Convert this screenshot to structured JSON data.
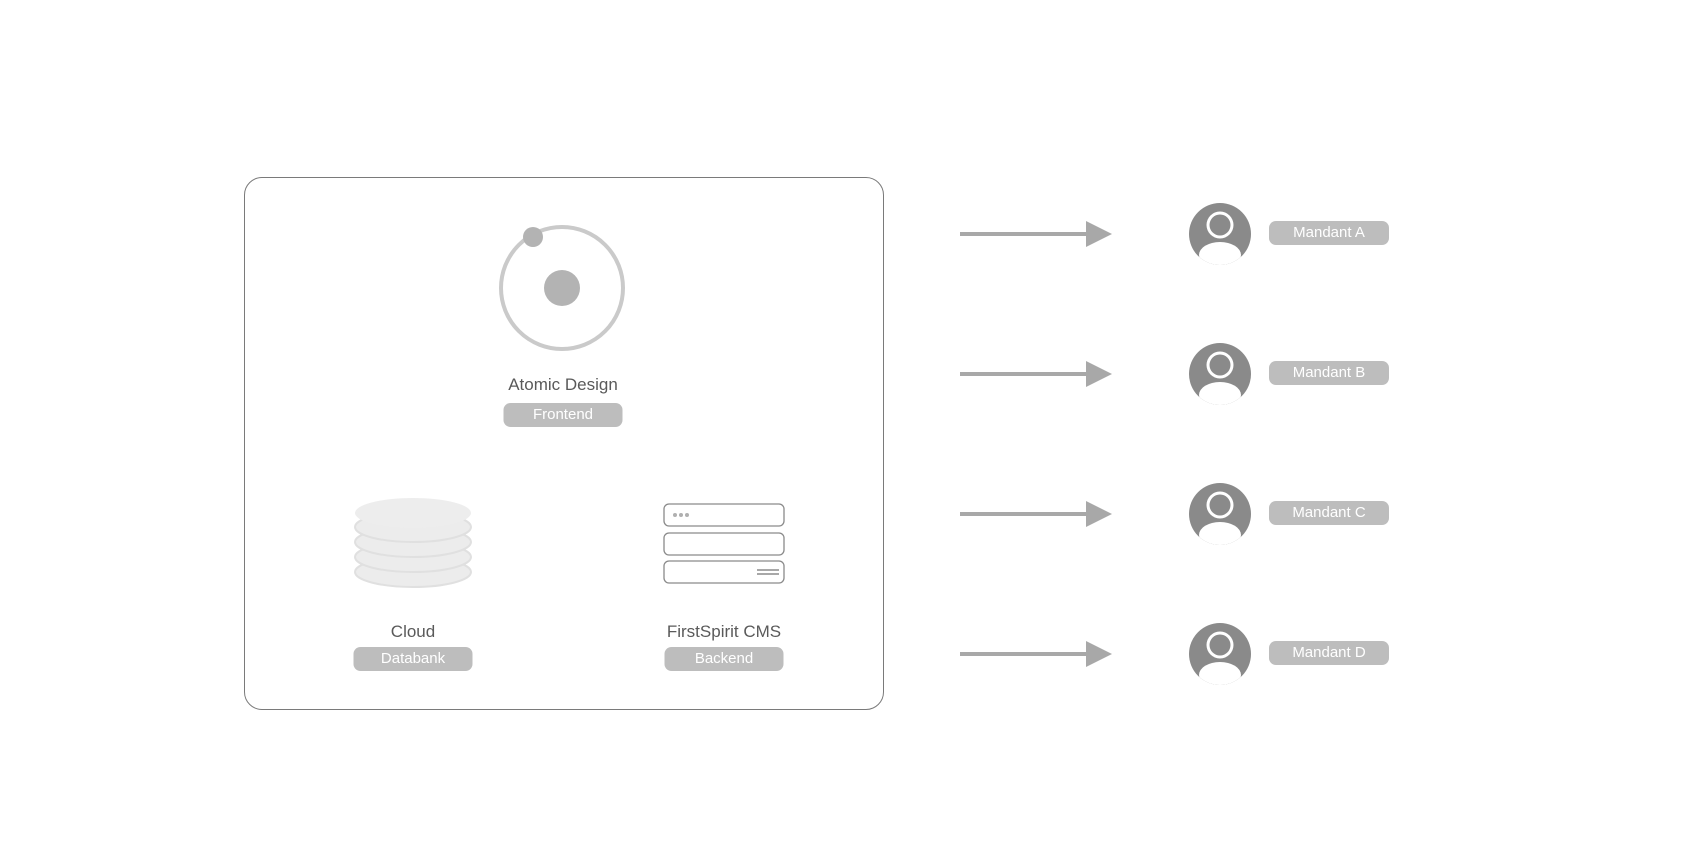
{
  "system": {
    "atomic": {
      "title": "Atomic Design",
      "tag": "Frontend"
    },
    "cloud": {
      "title": "Cloud",
      "tag": "Databank"
    },
    "cms": {
      "title": "FirstSpirit CMS",
      "tag": "Backend"
    }
  },
  "clients": [
    {
      "label": "Mandant A"
    },
    {
      "label": "Mandant B"
    },
    {
      "label": "Mandant C"
    },
    {
      "label": "Mandant D"
    }
  ],
  "colors": {
    "frame_border": "#7a7a7a",
    "pill_bg": "#bdbdbd",
    "arrow": "#a8a8a8",
    "avatar": "#8a8a8a",
    "atom_ring": "#cacaca",
    "atom_core": "#b3b3b3",
    "database_disc": "#ececec"
  },
  "icons": {
    "atomic": "atom-icon",
    "cloud": "database-icon",
    "cms": "form-icon",
    "client": "user-avatar-icon",
    "connector": "arrow-right-icon"
  }
}
